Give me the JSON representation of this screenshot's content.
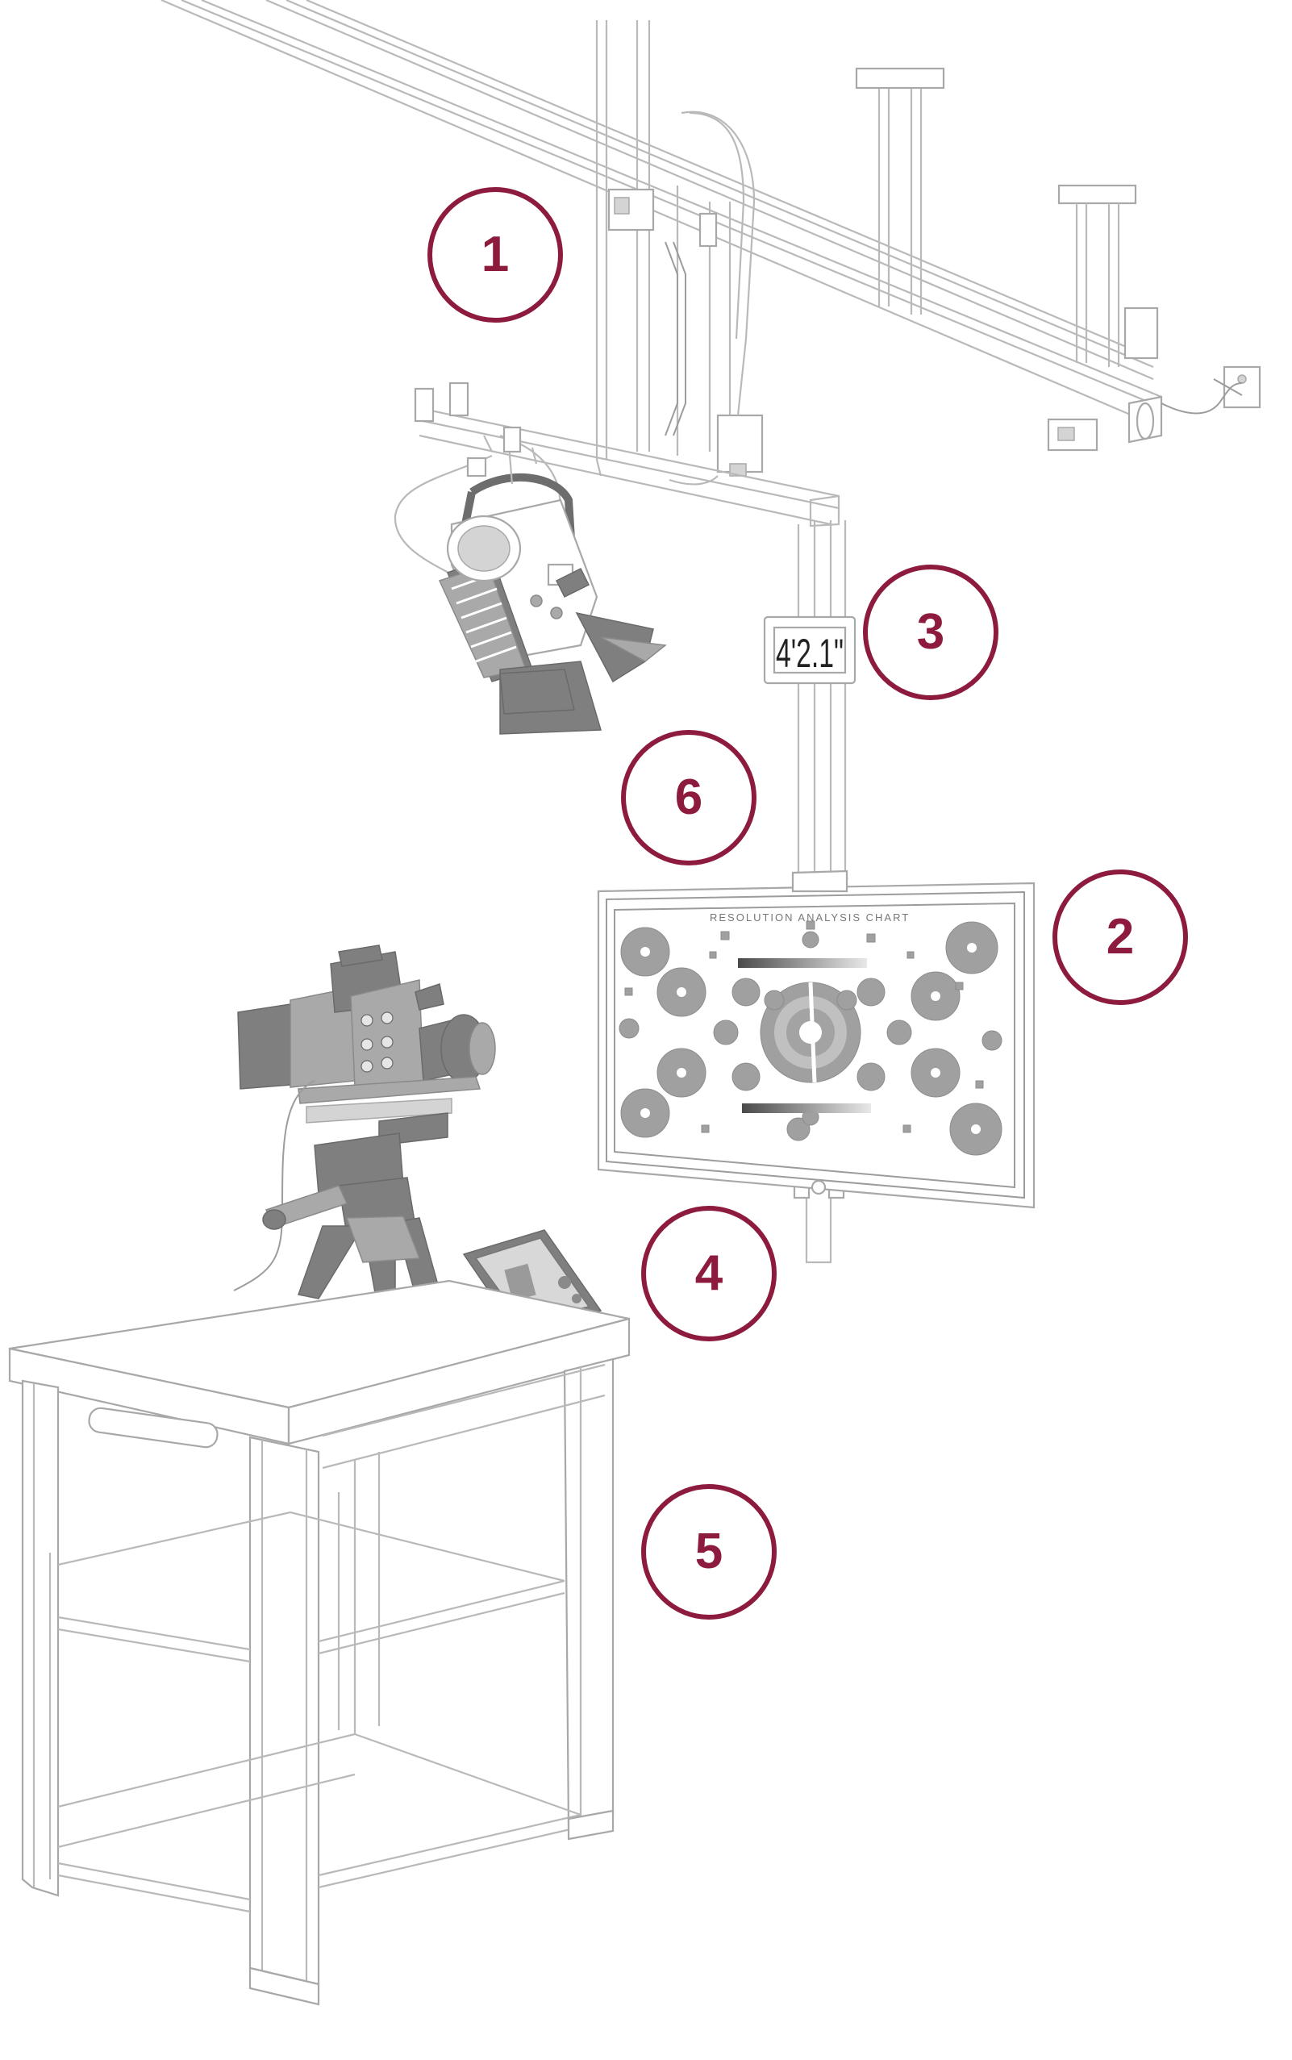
{
  "callouts": [
    {
      "id": "1",
      "label": "1"
    },
    {
      "id": "2",
      "label": "2"
    },
    {
      "id": "3",
      "label": "3"
    },
    {
      "id": "4",
      "label": "4"
    },
    {
      "id": "5",
      "label": "5"
    },
    {
      "id": "6",
      "label": "6"
    }
  ],
  "height_display": {
    "text": "4'2.1\""
  },
  "chart": {
    "title": "RESOLUTION ANALYSIS CHART"
  },
  "colors": {
    "accent": "#8d1b3d",
    "line": "#b9b9b9",
    "dark_fill": "#7f7f7f"
  },
  "icons": [
    "light-fixture-icon",
    "cinema-camera-icon",
    "tablet-icon"
  ]
}
